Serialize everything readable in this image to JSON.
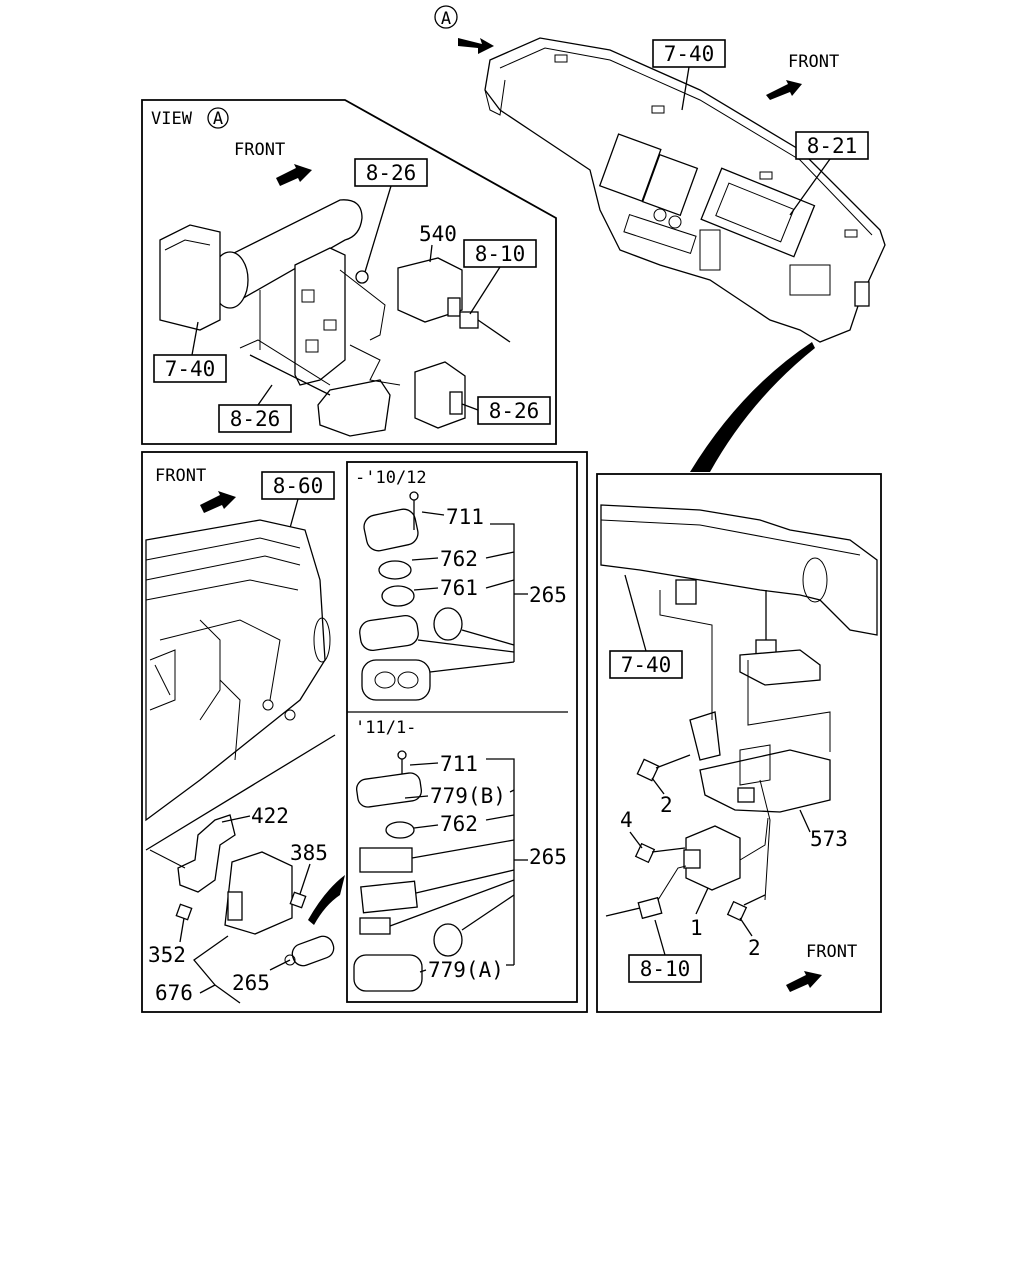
{
  "view_a_marker": "A",
  "main_refs": {
    "dash": "7-40",
    "cluster": "8-21"
  },
  "front_labels": {
    "top_right": "FRONT",
    "view_a": "FRONT",
    "left_panel": "FRONT",
    "right_panel": "FRONT"
  },
  "view_a": {
    "title": "VIEW",
    "refs": {
      "top_826": "8-26",
      "r_810": "8-10",
      "left_740": "7-40",
      "bottom_826": "8-26",
      "right_826": "8-26"
    },
    "parts": {
      "p540": "540"
    }
  },
  "left_panel": {
    "ref_860": "8-60",
    "parts": {
      "p422": "422",
      "p385": "385",
      "p352": "352",
      "p676": "676",
      "p265": "265"
    }
  },
  "remote_2010": {
    "header": "-'10/12",
    "parts": {
      "p711": "711",
      "p762": "762",
      "p761": "761",
      "p265": "265"
    }
  },
  "remote_2011": {
    "header": "'11/1-",
    "parts": {
      "p711": "711",
      "p779b": "779(B)",
      "p762": "762",
      "p265": "265",
      "p779a": "779(A)"
    }
  },
  "right_panel": {
    "ref_740": "7-40",
    "ref_810": "8-10",
    "parts": {
      "p2a": "2",
      "p573": "573",
      "p4": "4",
      "p1": "1",
      "p2b": "2"
    }
  }
}
